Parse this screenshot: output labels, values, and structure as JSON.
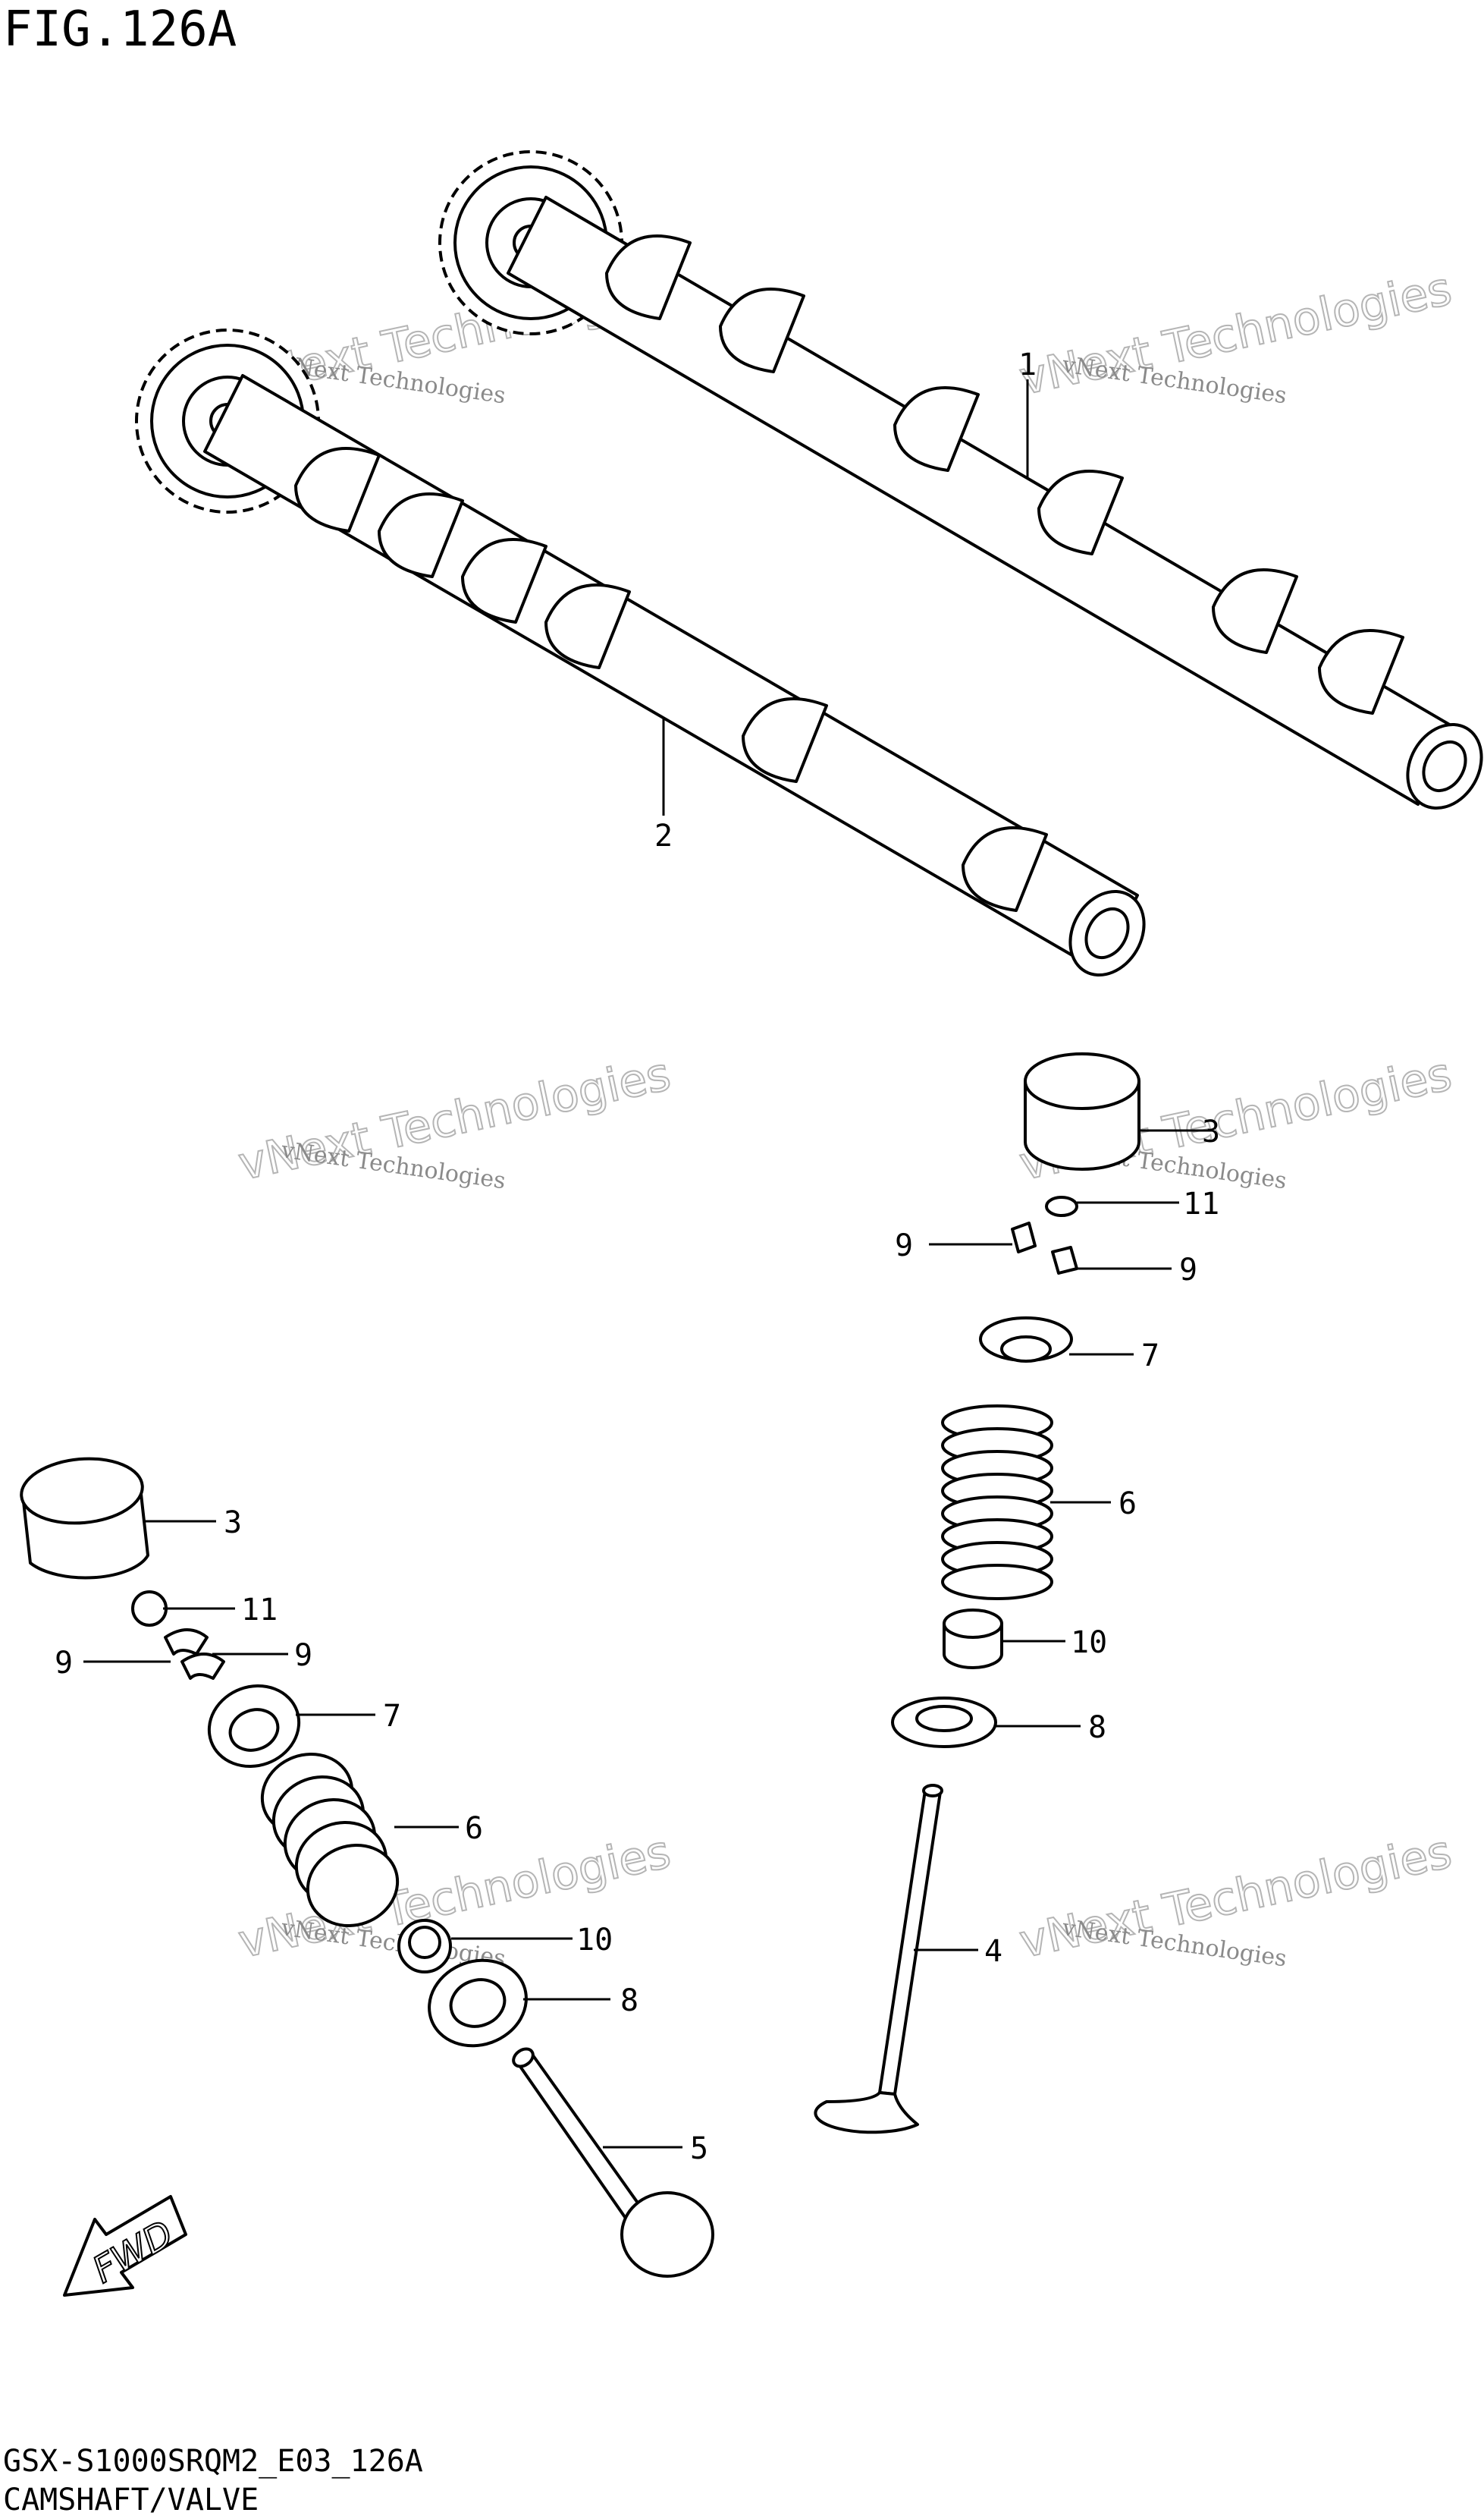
{
  "title": "FIG.126A",
  "footer": {
    "code": "GSX-S1000SRQM2_E03_126A",
    "subtitle": "CAMSHAFT/VALVE"
  },
  "fwd_label": "FWD",
  "watermark": {
    "line1": "vNext Technologies",
    "line2": "vNext Technologies"
  },
  "callouts": {
    "c1": "1",
    "c2": "2",
    "c3a": "3",
    "c3b": "3",
    "c4": "4",
    "c5": "5",
    "c6a": "6",
    "c6b": "6",
    "c7a": "7",
    "c7b": "7",
    "c8a": "8",
    "c8b": "8",
    "c9a": "9",
    "c9b": "9",
    "c9c": "9",
    "c9d": "9",
    "c10a": "10",
    "c10b": "10",
    "c11a": "11",
    "c11b": "11"
  }
}
